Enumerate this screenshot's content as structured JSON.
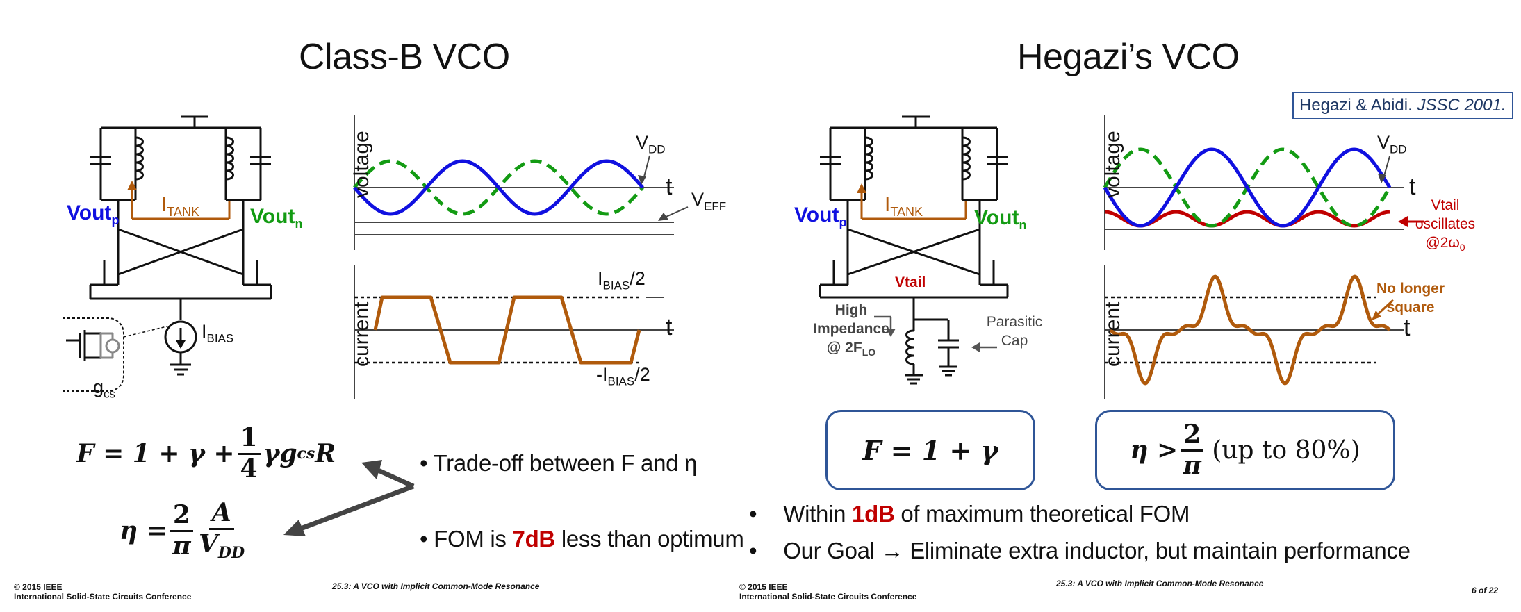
{
  "titles": {
    "left": "Class-B VCO",
    "right": "Hegazi’s VCO"
  },
  "reference": {
    "authors": "Hegazi & Abidi. ",
    "journal": "JSSC 2001."
  },
  "left_schematic": {
    "vout_p": "Vout",
    "vout_p_sub": "p",
    "vout_n": "Vout",
    "vout_n_sub": "n",
    "itank": "I",
    "itank_sub": "TANK",
    "ibias": "I",
    "ibias_sub": "BIAS",
    "gcs": "g",
    "gcs_sub": "cs"
  },
  "left_waves": {
    "voltage_label": "voltage",
    "current_label": "current",
    "vdd": "V",
    "vdd_sub": "DD",
    "veff": "V",
    "veff_sub": "EFF",
    "t": "t",
    "ibias_half": "I",
    "ibias_half_sub": "BIAS",
    "ibias_half_suffix": "/2",
    "neg_ibias_half": "-I",
    "neg_ibias_half_sub": "BIAS",
    "neg_ibias_half_suffix": "/2"
  },
  "right_schematic": {
    "vout_p": "Vout",
    "vout_p_sub": "p",
    "vout_n": "Vout",
    "vout_n_sub": "n",
    "itank": "I",
    "itank_sub": "TANK",
    "vtail": "Vtail",
    "high": "High",
    "impedance": "Impedance",
    "at2flo": "@ 2F",
    "at2flo_sub": "LO",
    "parasitic": "Parasitic",
    "cap": "Cap"
  },
  "right_waves": {
    "voltage_label": "voltage",
    "current_label": "current",
    "vdd": "V",
    "vdd_sub": "DD",
    "t": "t",
    "vtail": "Vtail",
    "oscillates": "oscillates",
    "at2w0": "@2ω",
    "at2w0_sub": "0",
    "no_longer": "No longer",
    "square": "square"
  },
  "equations": {
    "left_F_prefix": "F = 1 + γ + ",
    "left_F_num": "1",
    "left_F_den": "4",
    "left_F_suffix": "γg",
    "left_F_sub": "cs",
    "left_F_end": "R",
    "eta": "η = ",
    "eta_num1": "2",
    "eta_den1": "π",
    "eta_num2": "A",
    "eta_den2": "V",
    "eta_den2_sub": "DD",
    "right_F": "F = 1 + γ",
    "right_eta_prefix": "η > ",
    "right_eta_num": "2",
    "right_eta_den": "π",
    "right_eta_suffix": "(up to 80%)"
  },
  "bullets_left": {
    "b1": "• Trade-off between F and η",
    "b2_pre": "• FOM is ",
    "b2_red": "7dB",
    "b2_post": " less than optimum"
  },
  "bullets_right": {
    "b1_dot": "•",
    "b1_pre": "Within ",
    "b1_red": "1dB",
    "b1_post": " of maximum theoretical FOM",
    "b2_dot": "•",
    "b2_text": "Our Goal → Eliminate extra inductor, but maintain performance"
  },
  "footer": {
    "copyright": "© 2015 IEEE",
    "conference": "International Solid-State Circuits Conference",
    "paper": "25.3: A VCO with Implicit Common-Mode Resonance",
    "page": "6 of 22"
  },
  "colors": {
    "blue": "#1010e0",
    "green": "#139b13",
    "brown": "#b05a0c",
    "red": "#c00000",
    "box": "#2f5597"
  }
}
